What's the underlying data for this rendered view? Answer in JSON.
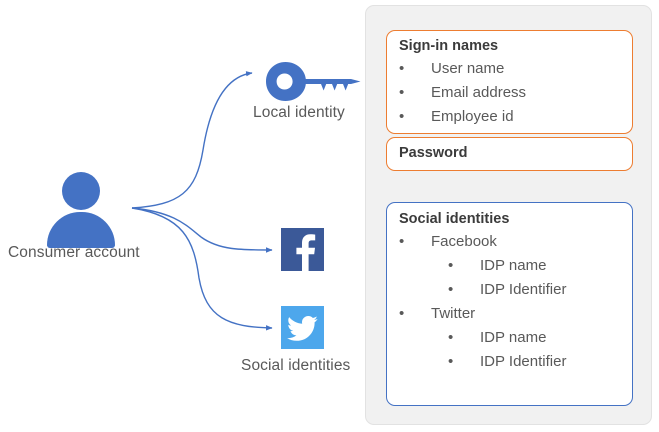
{
  "diagram": {
    "nodes": [
      {
        "name": "consumer-account",
        "label": "Consumer account",
        "icon": "person-icon"
      },
      {
        "name": "local-identity",
        "label": "Local identity",
        "icon": "key-icon"
      },
      {
        "name": "social-identities",
        "label": "Social identities",
        "icons": [
          "facebook-icon",
          "twitter-icon"
        ]
      }
    ],
    "connectors": [
      {
        "from": "consumer-account",
        "to": "local-identity"
      },
      {
        "from": "consumer-account",
        "to": "facebook-icon"
      },
      {
        "from": "consumer-account",
        "to": "twitter-icon"
      }
    ]
  },
  "panel": {
    "sign_in_names": {
      "title": "Sign-in names",
      "items": [
        "User name",
        "Email address",
        "Employee id"
      ]
    },
    "password": {
      "title": "Password"
    },
    "social_identities": {
      "title": "Social identities",
      "items": [
        {
          "label": "Facebook",
          "children": [
            "IDP name",
            "IDP Identifier"
          ]
        },
        {
          "label": "Twitter",
          "children": [
            "IDP name",
            "IDP Identifier"
          ]
        }
      ]
    }
  },
  "colors": {
    "accent_blue": "#4472C4",
    "accent_orange": "#ED7D31",
    "facebook_blue": "#3B5998",
    "twitter_blue": "#4DA7EC",
    "panel_gray": "#F1F1F1",
    "text_gray": "#595959"
  },
  "bullet_glyph": "•"
}
